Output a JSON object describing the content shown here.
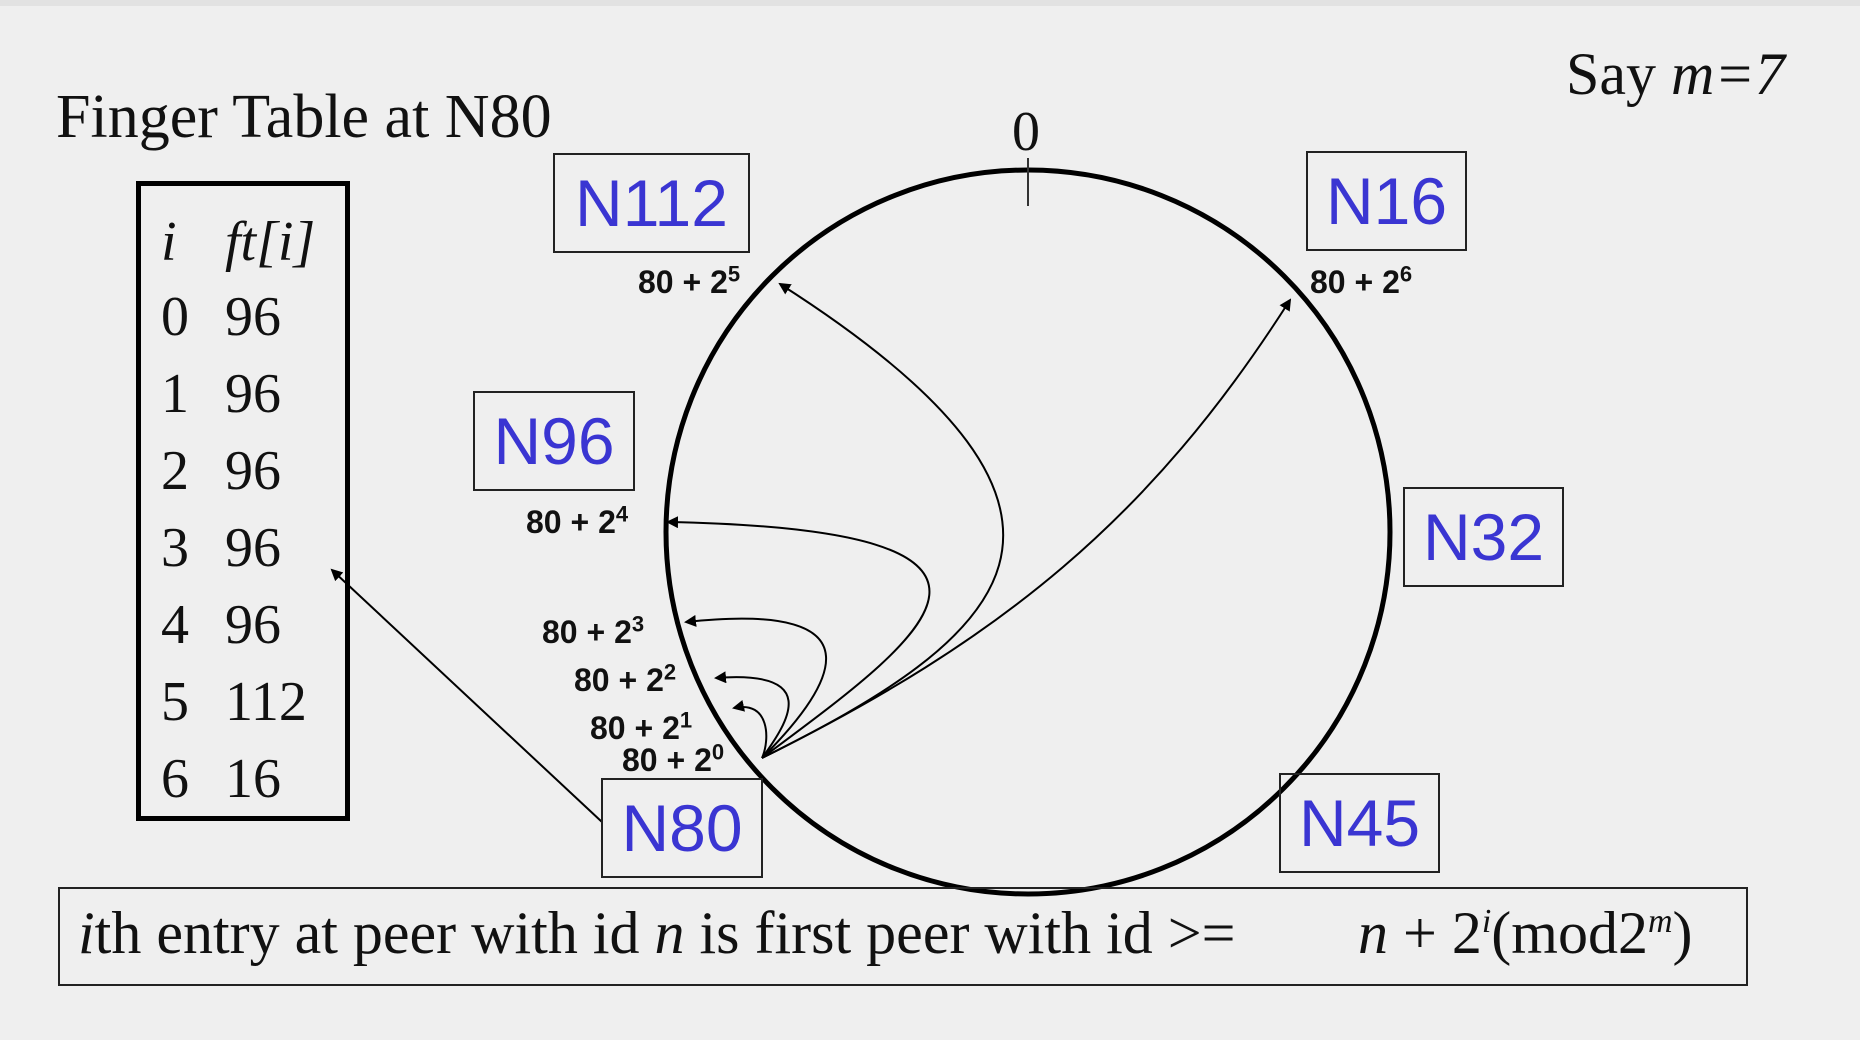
{
  "title": "Finger Table at N80",
  "say_m": {
    "prefix": "Say ",
    "var": "m",
    "eq": "=7"
  },
  "ring_zero_label": "0",
  "finger_table": {
    "header": {
      "i": "i",
      "ft": "ft[i]"
    },
    "rows": [
      {
        "i": "0",
        "ft": "96"
      },
      {
        "i": "1",
        "ft": "96"
      },
      {
        "i": "2",
        "ft": "96"
      },
      {
        "i": "3",
        "ft": "96"
      },
      {
        "i": "4",
        "ft": "96"
      },
      {
        "i": "5",
        "ft": "112"
      },
      {
        "i": "6",
        "ft": "16"
      }
    ]
  },
  "nodes": {
    "n112": "N112",
    "n16": "N16",
    "n96": "N96",
    "n32": "N32",
    "n80": "N80",
    "n45": "N45"
  },
  "finger_labels": {
    "base": "80 + 2",
    "exp5": "5",
    "exp6": "6",
    "exp4": "4",
    "exp3": "3",
    "exp2": "2",
    "exp1": "1",
    "exp0": "0"
  },
  "formula": {
    "i": "i",
    "part1": "th entry at peer with id ",
    "n": "n",
    "part2": " is first peer with id >=",
    "math_n": "n",
    "math_plus": " + 2",
    "math_i": "i",
    "math_mod": "(mod2",
    "math_m": "m",
    "math_close": ")"
  },
  "colors": {
    "node_text": "#3a35d2",
    "background": "#efefef",
    "stroke": "#000000"
  }
}
